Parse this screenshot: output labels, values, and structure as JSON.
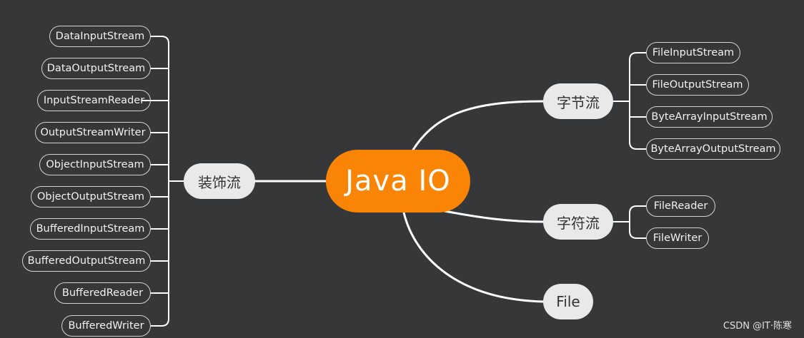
{
  "root": {
    "label": "Java IO"
  },
  "branches": {
    "decorator": {
      "label": "装饰流",
      "items": [
        "DataInputStream",
        "DataOutputStream",
        "InputStreamReader",
        "OutputStreamWriter",
        "ObjectInputStream",
        "ObjectOutputStream",
        "BufferedInputStream",
        "BufferedOutputStream",
        "BufferedReader",
        "BufferedWriter"
      ]
    },
    "byte_stream": {
      "label": "字节流",
      "items": [
        "FileInputStream",
        "FileOutputStream",
        "ByteArrayInputStream",
        "ByteArrayOutputStream"
      ]
    },
    "char_stream": {
      "label": "字符流",
      "items": [
        "FileReader",
        "FileWriter"
      ]
    },
    "file": {
      "label": "File"
    }
  },
  "watermark": "CSDN @IT·陈寒",
  "colors": {
    "background": "#353739",
    "root_fill": "#fa8405",
    "branch_fill": "#e9e9e9",
    "connector": "#ffffff",
    "leaf_border": "#d4d4d4"
  }
}
